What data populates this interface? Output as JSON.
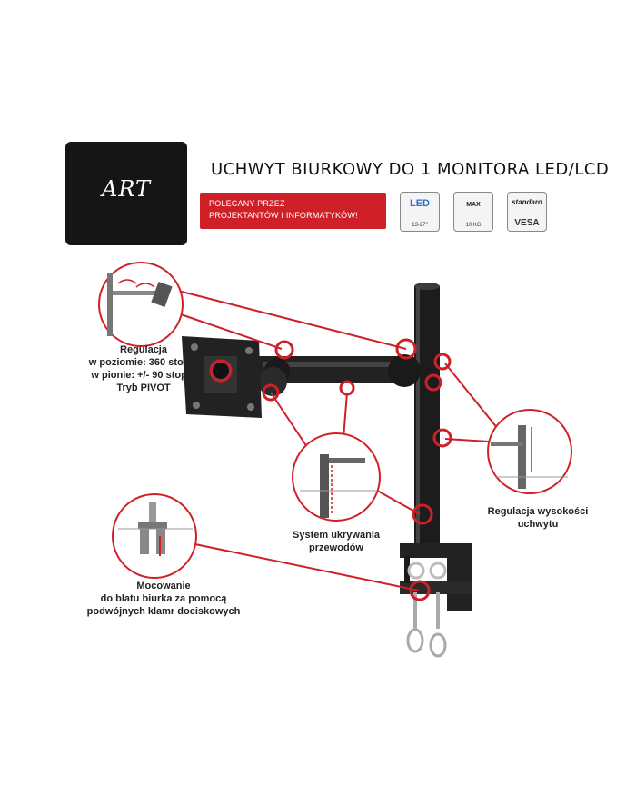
{
  "brand": {
    "logo": "ART"
  },
  "header": {
    "title": "UCHWYT BIURKOWY DO 1 MONITORA LED/LCD",
    "promo_line1": "POLECANY PRZEZ",
    "promo_line2": "PROJEKTANTÓW I INFORMATYKÓW!"
  },
  "badges": [
    {
      "top": "LED",
      "bottom": "13-27\""
    },
    {
      "top": "MAX",
      "bottom": "10 KG"
    },
    {
      "top": "standard",
      "bottom": "VESA"
    }
  ],
  "callouts": {
    "rotation": [
      "Regulacja",
      "w poziomie: 360 stopni",
      "w pionie: +/- 90 stopni",
      "Tryb PIVOT"
    ],
    "cable": [
      "System ukrywania",
      "przewodów"
    ],
    "height": [
      "Regulacja wysokości",
      "uchwytu"
    ],
    "mount": [
      "Mocowanie",
      "do blatu biurka za pomocą",
      "podwójnych klamr dociskowych"
    ]
  },
  "colors": {
    "accent": "#cf2027",
    "product": "#1c1c1c"
  }
}
